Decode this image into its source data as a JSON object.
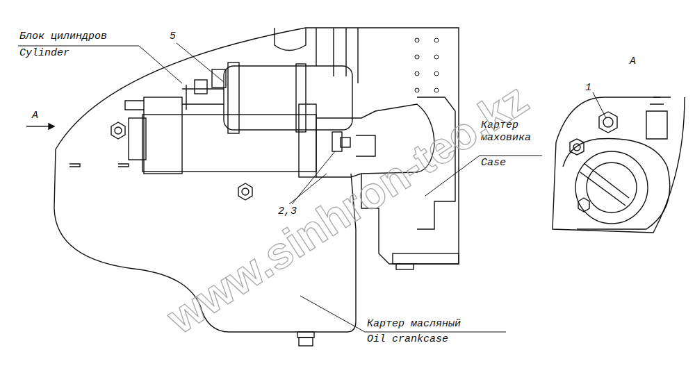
{
  "diagram": {
    "labels": [
      "Блок цилиндров",
      "Cylinder",
      "5",
      "A",
      "2,3",
      "Картер маховика",
      "Case",
      "Картер масляный",
      "Oil crankcase",
      "A",
      "1",
      "www.sinhron-teo.kz"
    ]
  }
}
